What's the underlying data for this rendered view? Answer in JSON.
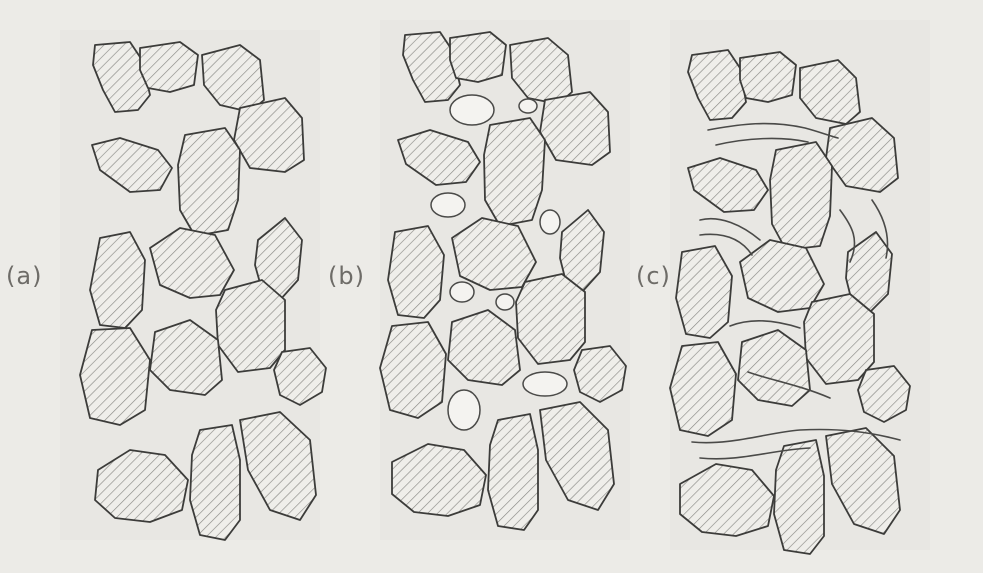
{
  "labels": {
    "a": "(a)",
    "b": "(b)",
    "c": "(c)"
  },
  "colors": {
    "background": "#ecebe7",
    "outline": "#3c3c3a",
    "hatch": "#8a8a86",
    "label": "#6e6c68"
  }
}
